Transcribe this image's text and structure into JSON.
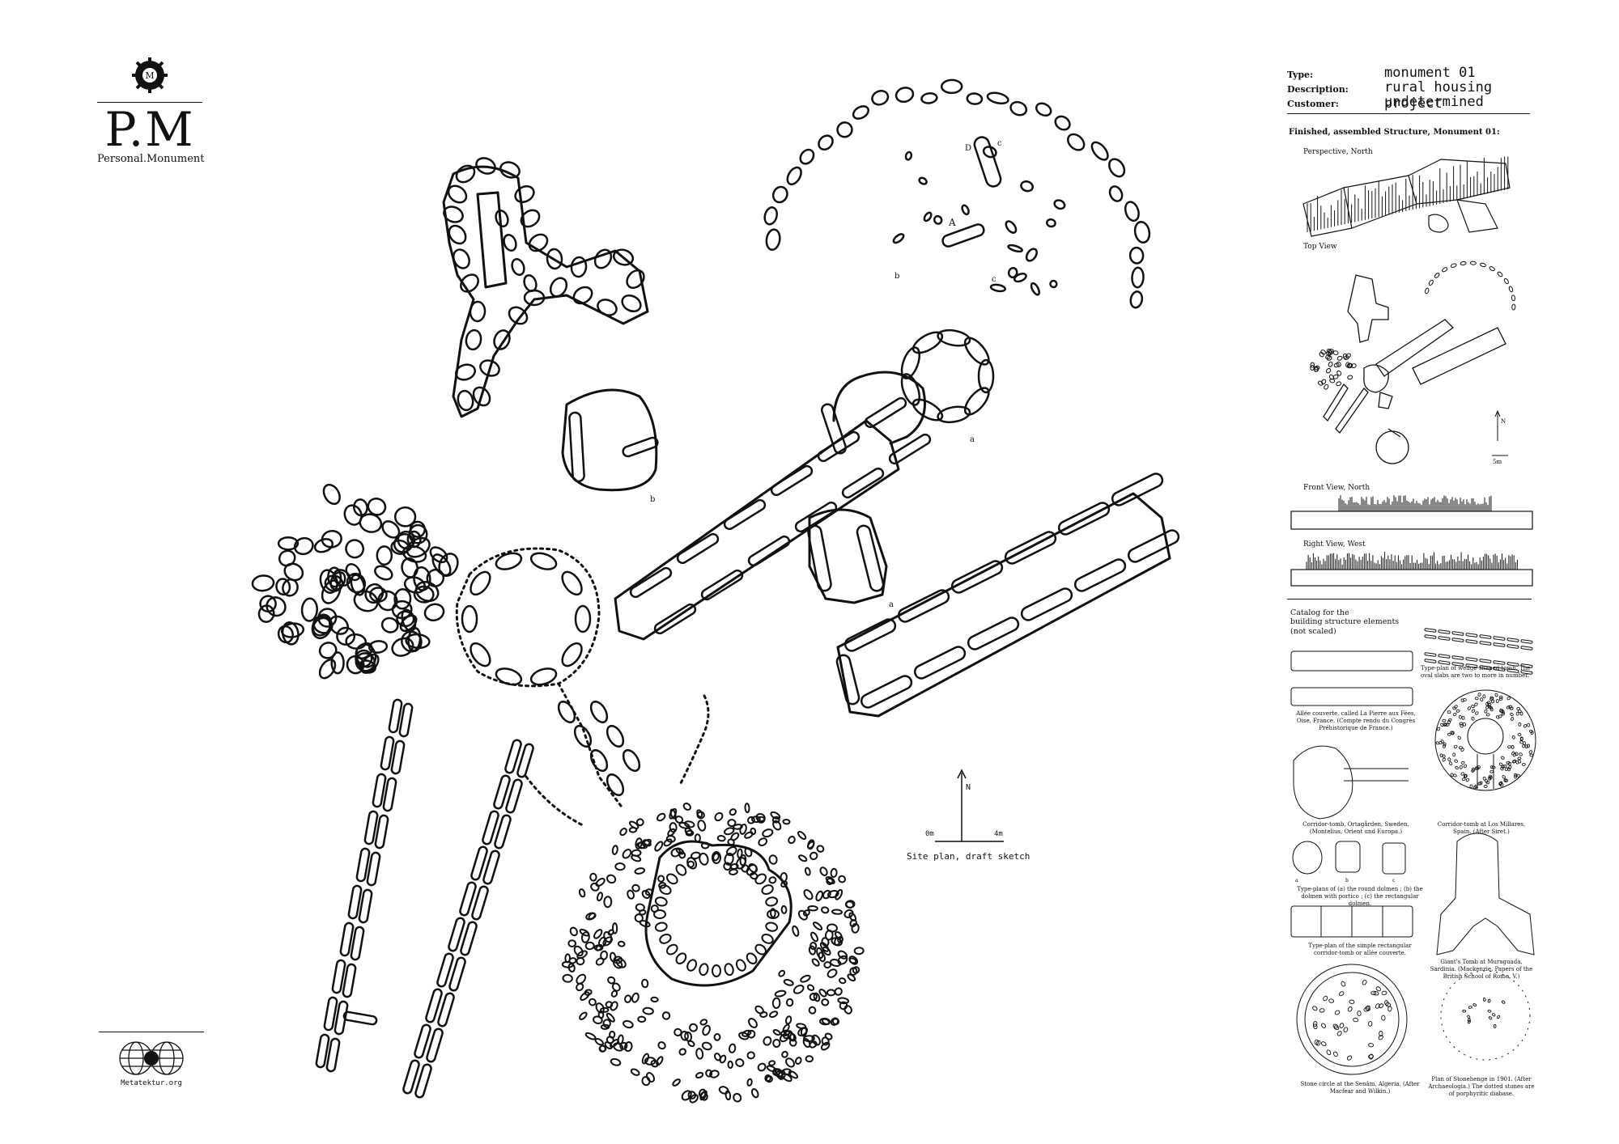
{
  "logo": {
    "title": "P.M",
    "subtitle": "Personal.Monument"
  },
  "footer_logo": {
    "site": "Metatektur.org"
  },
  "info": {
    "type_label": "Type:",
    "type_value": "monument 01",
    "description_label": "Description:",
    "description_value": "rural housing project",
    "customer_label": "Customer:",
    "customer_value": "undetermined"
  },
  "panel": {
    "finished_title": "Finished, assembled Structure, Monument 01:",
    "perspective": "Perspective, North",
    "top_view": "Top View",
    "front_view": "Front View, North",
    "right_view": "Right View, West",
    "catalog": [
      "Catalog for the",
      "building structure elements",
      "(not scaled)"
    ],
    "north": "N",
    "scale": "5m",
    "captions": {
      "wedge": "Type-plan of wedge-shaped tomb. The oval slabs are two to more in number.",
      "allee": "Allée couverte, called La Pierre aux Fées, Oise, France. (Compte rendu du Congrès Préhistorique de France.)",
      "corridor_los": "Corridor-tomb at Los Millares, Spain. (After Siret.)",
      "corridor_ortag": "Corridor-tomb, Ortagården, Sweden. (Montelius, Orient und Europa.)",
      "dolmens": "Type-plans of (a) the round dolmen ; (b) the dolmen with portico ; (c) the rectangular dolmen.",
      "rect_tomb": "Type-plan of the simple rectangular corridor-tomb or allée couverte.",
      "giant": "Giant's Tomb at Muraguada, Sardinia. (Mackenzie, Papers of the British School of Rome, V.)",
      "circle": "Stone circle at the Senâm, Algeria. (After Macfear and Wilkin.)",
      "stonehenge": "Plan of Stonehenge in 1901. (After Archaeologia.) The dotted stones are of porphyritic diabase."
    },
    "dolmen_letters": [
      "a",
      "b",
      "c"
    ]
  },
  "site_plan": {
    "north": "N",
    "scale_start": "0m",
    "scale_end": "4m",
    "caption": "Site plan, draft sketch",
    "letters": [
      "A",
      "b",
      "c",
      "c",
      "D",
      "a",
      "b",
      "a"
    ]
  }
}
